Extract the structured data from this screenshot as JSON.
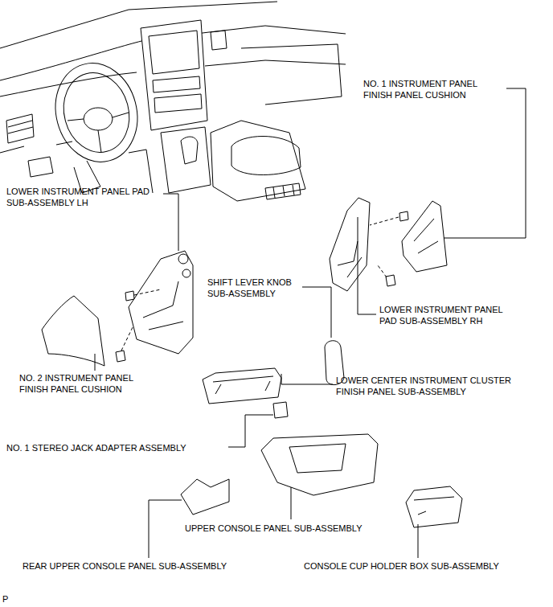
{
  "diagram": {
    "labels": [
      "NO. 1 INSTRUMENT PANEL FINISH PANEL CUSHION",
      "LOWER INSTRUMENT PANEL PAD SUB-ASSEMBLY LH",
      "SHIFT LEVER KNOB SUB-ASSEMBLY",
      "LOWER INSTRUMENT PANEL PAD SUB-ASSEMBLY RH",
      "NO. 2 INSTRUMENT PANEL FINISH PANEL CUSHION",
      "LOWER CENTER INSTRUMENT CLUSTER FINISH PANEL SUB-ASSEMBLY",
      "NO. 1 STEREO JACK ADAPTER ASSEMBLY",
      "UPPER CONSOLE PANEL SUB-ASSEMBLY",
      "REAR UPPER CONSOLE PANEL SUB-ASSEMBLY",
      "CONSOLE CUP HOLDER BOX SUB-ASSEMBLY",
      "P"
    ]
  }
}
